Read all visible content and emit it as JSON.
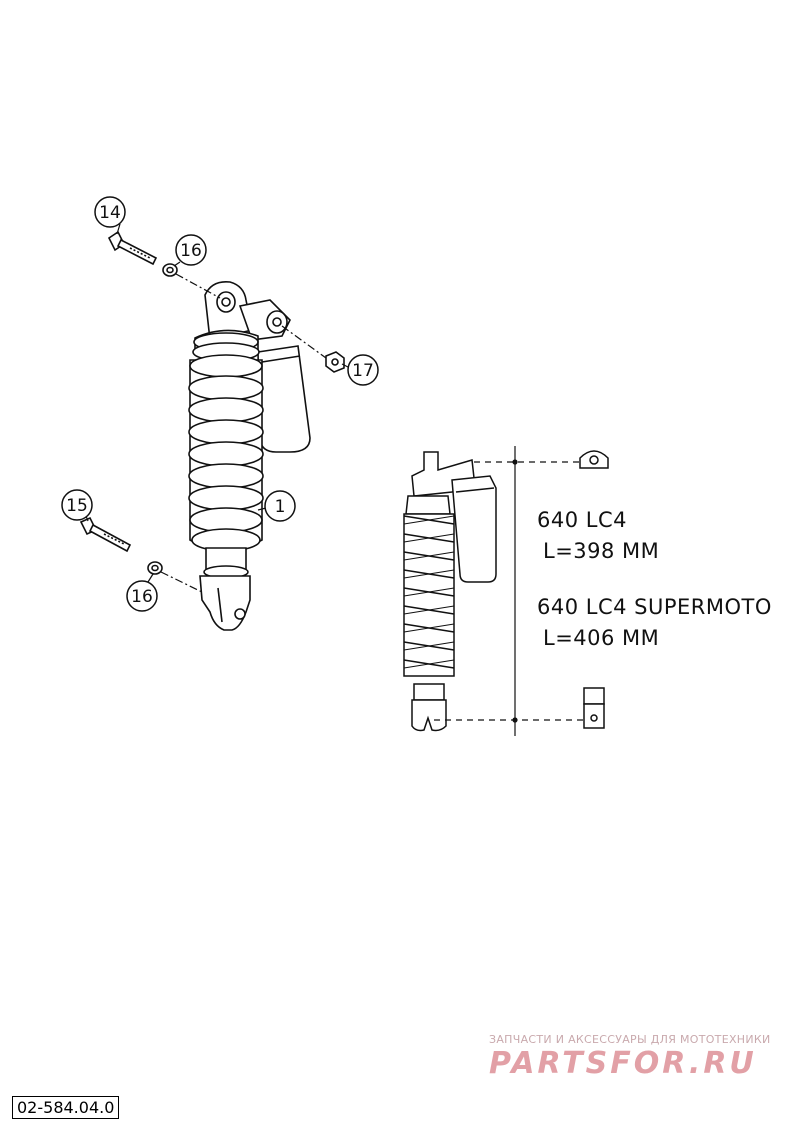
{
  "callouts": {
    "c14": "14",
    "c16a": "16",
    "c17": "17",
    "c1": "1",
    "c15": "15",
    "c16b": "16"
  },
  "specs": {
    "model1": "640  LC4",
    "length1": "L=398 MM",
    "model2": "640 LC4 SUPERMOTO",
    "length2": "L=406 MM"
  },
  "watermark": {
    "subtitle": "ЗАПЧАСТИ И АКСЕССУАРЫ ДЛЯ МОТОТЕХНИКИ",
    "logo": "PARTSFOR.RU"
  },
  "document_code": "02-584.04.0"
}
